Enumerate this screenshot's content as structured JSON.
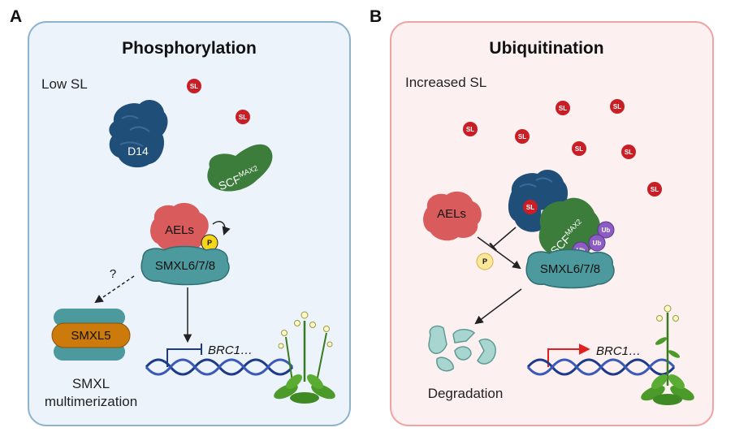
{
  "panel_a": {
    "letter": "A",
    "title": "Phosphorylation",
    "condition": "Low SL",
    "sl_label": "SL",
    "d14": "D14",
    "scf": "SCF",
    "scf_sup": "MAX2",
    "aels": "AELs",
    "p": "P",
    "smxl678": "SMXL6/7/8",
    "question": "?",
    "smxl5": "SMXL5",
    "caption_line1": "SMXL",
    "caption_line2": "multimerization",
    "gene": "BRC1…"
  },
  "panel_b": {
    "letter": "B",
    "title": "Ubiquitination",
    "condition": "Increased SL",
    "sl_label": "SL",
    "d14": "D14",
    "scf": "SCF",
    "scf_sup": "MAX2",
    "aels": "AELs",
    "p": "P",
    "ub": "Ub",
    "smxl678": "SMXL6/7/8",
    "caption": "Degradation",
    "gene": "BRC1…"
  },
  "colors": {
    "panel_a_fill": "#ecf3fb",
    "panel_a_border": "#8fb2cd",
    "panel_b_fill": "#fcf0f0",
    "panel_b_border": "#f0a3a3",
    "sl_red": "#c81e26",
    "d14_blue": "#1f4e79",
    "scf_green": "#3c7d3c",
    "aels_red": "#d95b5b",
    "smxl_teal": "#4d9a9e",
    "smxl5_orange": "#cc7a0c",
    "phos_yellow": "#f7d51b",
    "ub_purple": "#8c5cc4",
    "dna_blue": "#1d3a8a",
    "promoter_active": "#e02020"
  },
  "icons": [
    "sl-molecule-icon",
    "d14-protein-icon",
    "scf-max2-complex-icon",
    "aels-kinase-icon",
    "phosphate-icon",
    "smxl678-protein-icon",
    "smxl5-multimer-icon",
    "dna-icon",
    "plant-icon",
    "ubiquitin-icon",
    "degradation-fragments-icon",
    "promoter-arrow-icon",
    "repression-tbar-icon"
  ]
}
